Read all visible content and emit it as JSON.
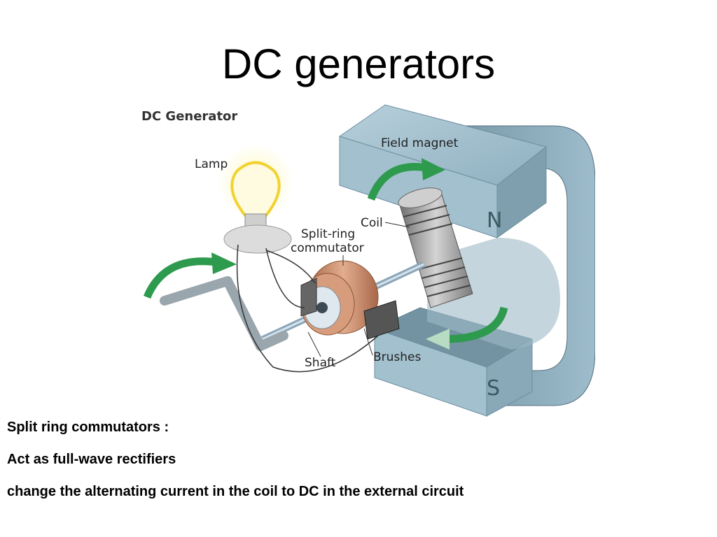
{
  "slide": {
    "title": "DC generators"
  },
  "diagram": {
    "title": "DC Generator",
    "labels": {
      "field_magnet": "Field magnet",
      "lamp": "Lamp",
      "coil": "Coil",
      "commutator_line1": "Split-ring",
      "commutator_line2": "commutator",
      "shaft": "Shaft",
      "brushes": "Brushes",
      "pole_north": "N",
      "pole_south": "S"
    },
    "colors": {
      "magnet": "#8fb0c0",
      "magnet_dark": "#6d8f9f",
      "arrow": "#2e9a4e",
      "copper": "#c98b6a",
      "lamp_glow": "#f2d230"
    }
  },
  "bullets": [
    "Split ring commutators :",
    "Act as full-wave rectifiers",
    "change the alternating current in the coil to DC in the external circuit"
  ]
}
